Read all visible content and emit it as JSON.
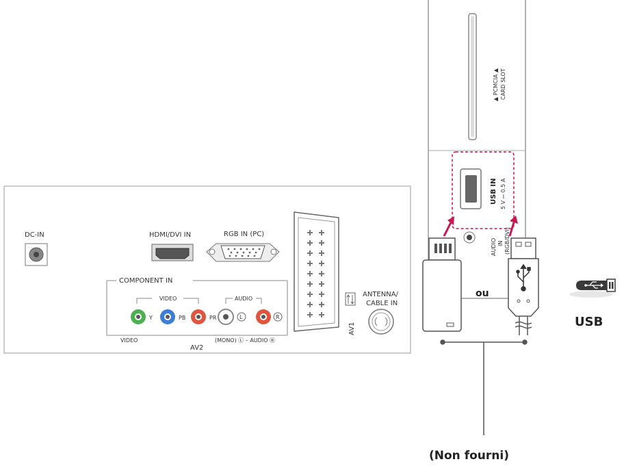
{
  "back_panel": {
    "dc_in": "DC-IN",
    "hdmi_dvi_in": "HDMI/DVI IN",
    "rgb_in_pc": "RGB IN (PC)",
    "component_in": "COMPONENT IN",
    "video_group": "VIDEO",
    "audio_group": "AUDIO",
    "y": "Y",
    "pb": "PB",
    "pr": "PR",
    "l": "L",
    "r": "R",
    "video_bottom": "VIDEO",
    "av2": "AV2",
    "mono_audio": "(MONO) Ⓛ – AUDIO Ⓡ",
    "av1": "AV1",
    "antenna_line1": "ANTENNA/",
    "antenna_line2": "CABLE IN"
  },
  "side_panel": {
    "pcmcia_line1": "▲ PCMCIA ▲",
    "pcmcia_line2": "CARD SLOT",
    "usb_in": "USB IN",
    "usb_rating": "5 V ⎓ 0.5 A",
    "audio_in_line1": "AUDIO",
    "audio_in_line2": "IN",
    "audio_in_line3": "(RGB/DVI)"
  },
  "devices": {
    "or_label": "ou",
    "not_supplied": "(Non fourni)",
    "usb_label": "USB"
  },
  "colors": {
    "arrow": "#c8174f",
    "dashed_box": "#c8174f",
    "component_y": "#4caf50",
    "component_pb": "#3a7fd5",
    "component_pr": "#e0553e",
    "audio_r": "#e0553e"
  }
}
